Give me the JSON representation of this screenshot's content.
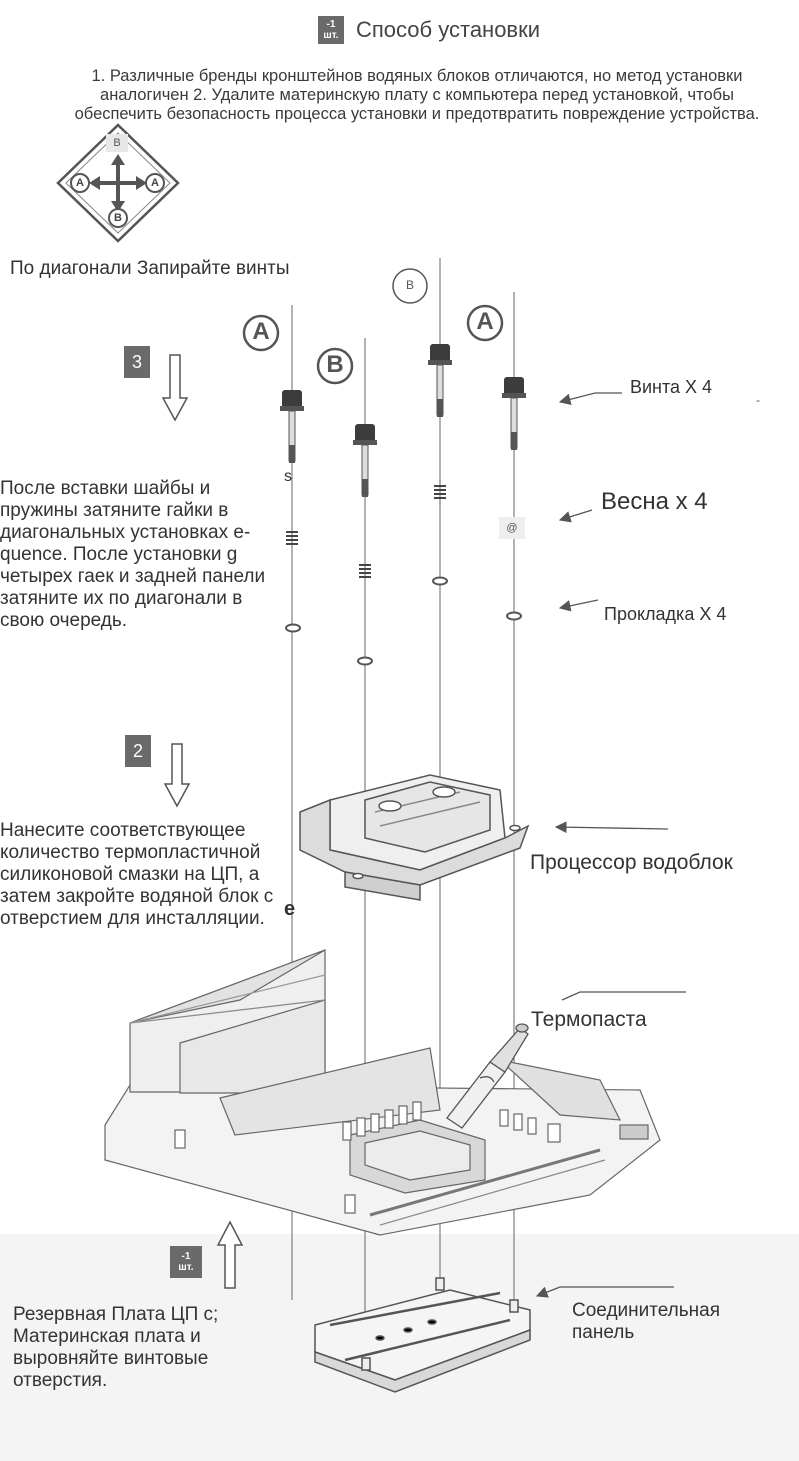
{
  "header": {
    "qty_badge": "-1\nшт.",
    "title": "Способ установки",
    "intro": "1. Различные бренды кронштейнов водяных блоков отличаются, но метод установки аналогичен 2. Удалите материнскую плату с компьютера перед установкой, чтобы обеспечить безопасность процесса установки и предотвратить повреждение устройства."
  },
  "diagram_key": {
    "top_letter": "B",
    "left_letter": "A",
    "right_letter": "A",
    "bottom_letter": "B"
  },
  "diagonal_note": "По диагонали Запирайте винты",
  "screw_letters": {
    "s1": "A",
    "s2": "B",
    "s3": "B",
    "s4": "A"
  },
  "steps": [
    {
      "number": "3",
      "text": "После вставки шайбы и пружины затяните гайки в диагональных установках e-quence. После установки g четырех гаек и задней панели затяните их по диагонали в свою очередь."
    },
    {
      "number": "2",
      "text": "Нанесите соответствующее количество термопластичной силиконовой смазки на ЦП, а затем закройте водяной блок с отверстием для инсталляции."
    }
  ],
  "bottom_step": {
    "qty_badge": "-1\nшт.",
    "text": "Резервная Плата ЦП с; Материнская плата и выровняйте винтовые отверстия."
  },
  "labels": {
    "screws": "Винта X 4",
    "spring": "Весна x 4",
    "spring_tag": "@",
    "washer": "Прокладка X 4",
    "waterblock": "Процессор водоблок",
    "thermal_paste": "Термопаста",
    "backplate": "Соединительная панель"
  },
  "stray_marks": {
    "s_mark": "s",
    "e_mark": "e",
    "dash_mark": "-"
  }
}
